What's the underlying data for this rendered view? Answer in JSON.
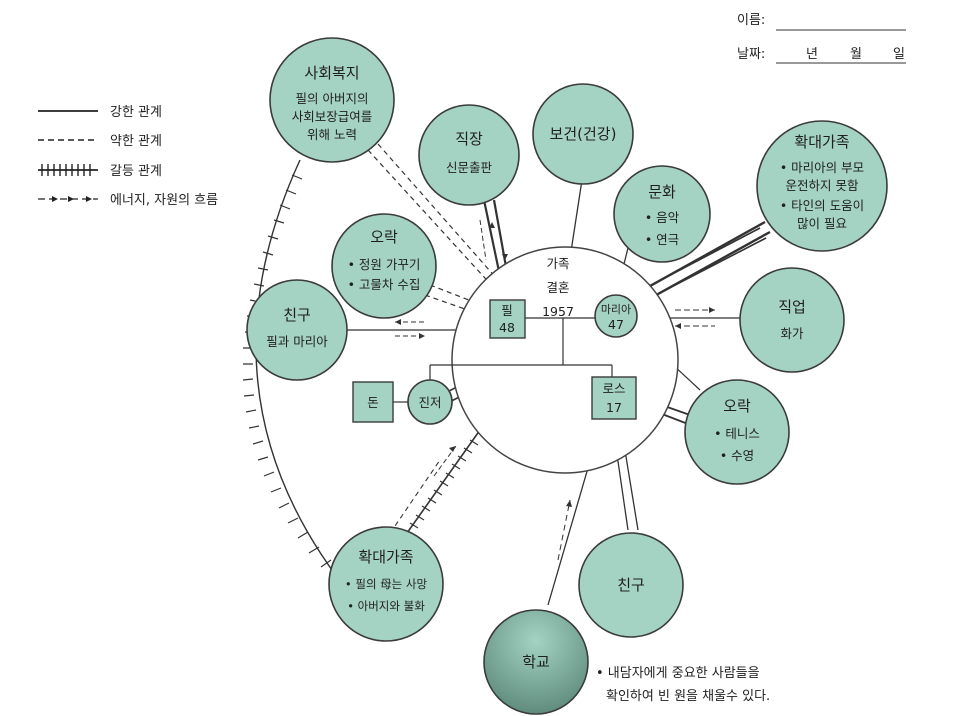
{
  "header": {
    "name_label": "이름:",
    "date_label": "날짜:",
    "year": "년",
    "month": "월",
    "day": "일"
  },
  "legend": [
    {
      "type": "strong",
      "label": "강한 관계"
    },
    {
      "type": "weak",
      "label": "약한 관계"
    },
    {
      "type": "conflict",
      "label": "갈등 관계"
    },
    {
      "type": "flow",
      "label": "에너지, 자원의 흐름"
    }
  ],
  "family": {
    "label": "가족",
    "marriage": "결혼",
    "marriage_year": "1957",
    "members": {
      "phil": {
        "name": "필",
        "age": "48"
      },
      "maria": {
        "name": "마리아",
        "age": "47"
      },
      "rose": {
        "name": "로스",
        "age": "17"
      },
      "jinjeo": {
        "name": "진저"
      },
      "don": {
        "name": "돈"
      }
    }
  },
  "nodes": {
    "welfare": {
      "title": "사회복지",
      "lines": [
        "필의 아버지의",
        "사회보장급여를",
        "위해 노력"
      ]
    },
    "work_phil": {
      "title": "직장",
      "lines": [
        "신문출판"
      ]
    },
    "health": {
      "title": "보건(건강)",
      "lines": []
    },
    "culture": {
      "title": "문화",
      "lines": [
        "• 음악",
        "• 연극"
      ]
    },
    "ext_maria": {
      "title": "확대가족",
      "lines": [
        "• 마리아의 부모",
        "운전하지 못함",
        "• 타인의 도움이",
        "많이 필요"
      ]
    },
    "rec_phil": {
      "title": "오락",
      "lines": [
        "• 정원 가꾸기",
        "• 고물차 수집"
      ]
    },
    "friends_pm": {
      "title": "친구",
      "lines": [
        "필과 마리아"
      ]
    },
    "job_maria": {
      "title": "직업",
      "lines": [
        "화가"
      ]
    },
    "rec_rose": {
      "title": "오락",
      "lines": [
        "• 테니스",
        "• 수영"
      ]
    },
    "ext_phil": {
      "title": "확대가족",
      "lines": [
        "• 필의 母는 사망",
        "• 아버지와 불화"
      ]
    },
    "friends_rose": {
      "title": "친구",
      "lines": []
    },
    "school": {
      "title": "학교",
      "lines": []
    }
  },
  "footnote": [
    "• 내담자에게 중요한 사람들을",
    "확인하여 빈 원을 채울수 있다."
  ],
  "colors": {
    "node_fill": "#a5d3c3",
    "line": "#3b3b3b"
  }
}
